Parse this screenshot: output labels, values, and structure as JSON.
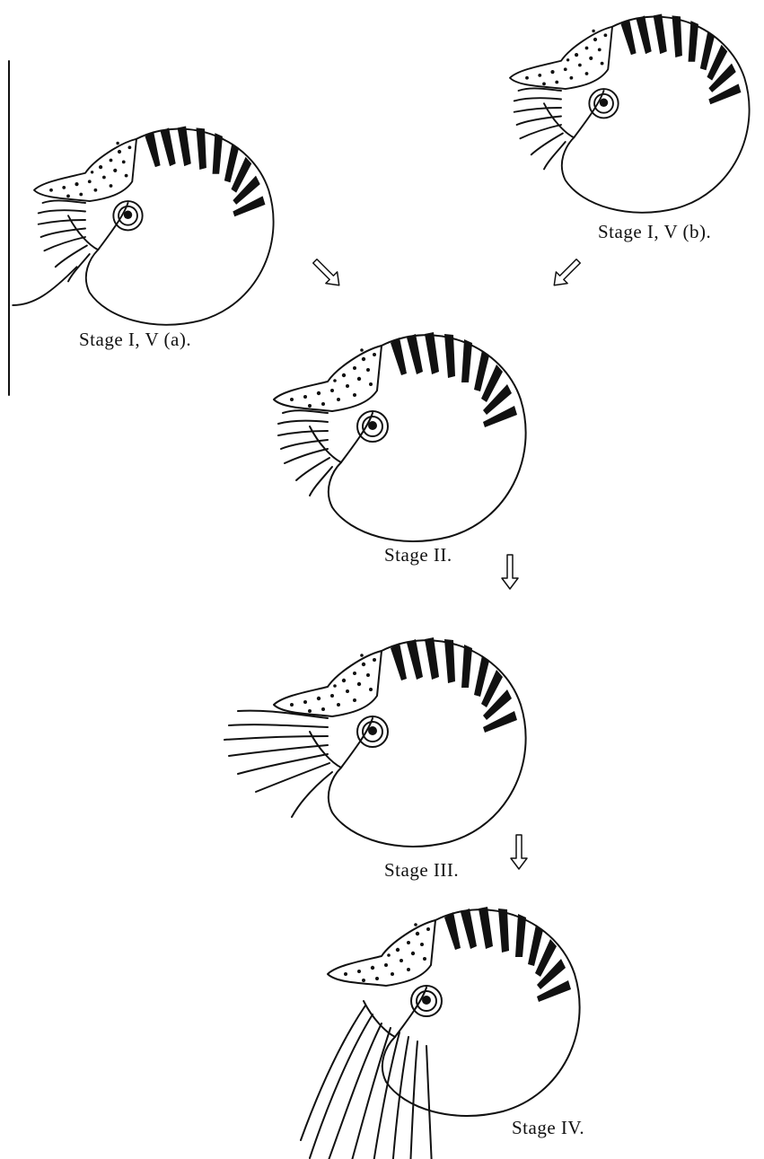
{
  "figure": {
    "stages": [
      {
        "id": "stage-1-5a",
        "label": "Stage I, V (a)."
      },
      {
        "id": "stage-1-5b",
        "label": "Stage I, V (b)."
      },
      {
        "id": "stage-2",
        "label": "Stage II."
      },
      {
        "id": "stage-3",
        "label": "Stage III."
      },
      {
        "id": "stage-4",
        "label": "Stage IV."
      }
    ],
    "ink_color": "#111111",
    "background": "#ffffff"
  }
}
